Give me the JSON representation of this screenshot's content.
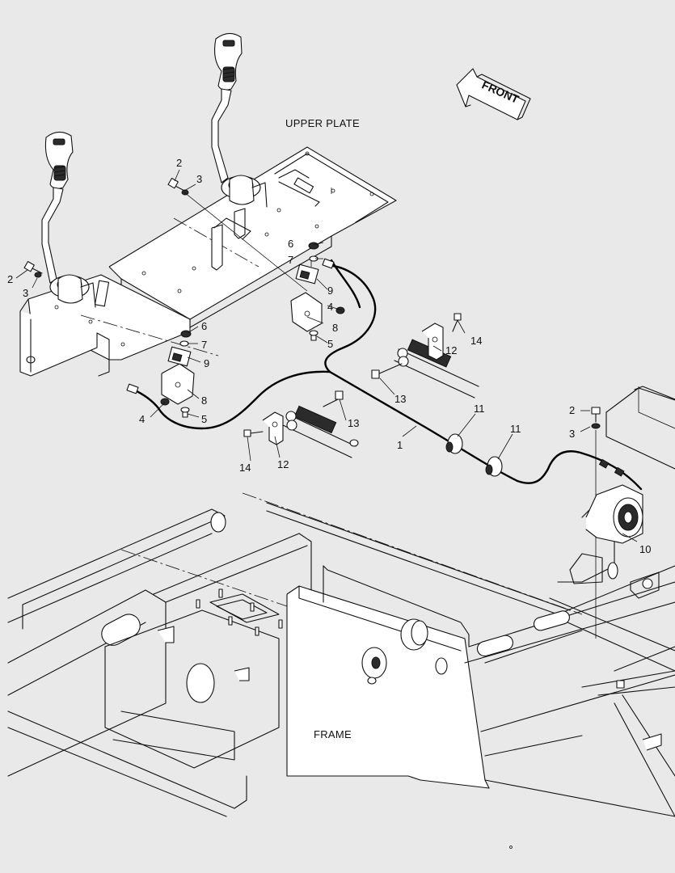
{
  "labels": {
    "upper_plate": "UPPER PLATE",
    "frame": "FRAME",
    "front": "FRONT"
  },
  "callouts": {
    "c1": "1",
    "c2a": "2",
    "c2b": "2",
    "c2c": "2",
    "c3a": "3",
    "c3b": "3",
    "c3c": "3",
    "c4a": "4",
    "c4b": "4",
    "c5a": "5",
    "c5b": "5",
    "c6a": "6",
    "c6b": "6",
    "c7a": "7",
    "c7b": "7",
    "c8a": "8",
    "c8b": "8",
    "c9a": "9",
    "c9b": "9",
    "c10": "10",
    "c11a": "11",
    "c11b": "11",
    "c12a": "12",
    "c12b": "12",
    "c13a": "13",
    "c13b": "13",
    "c14a": "14",
    "c14b": "14"
  },
  "icons": {
    "front_arrow": "front-arrow-icon",
    "joystick": "joystick-icon",
    "alarm": "backup-alarm-icon"
  },
  "colors": {
    "background": "#e9e9e9",
    "line": "#111111"
  }
}
